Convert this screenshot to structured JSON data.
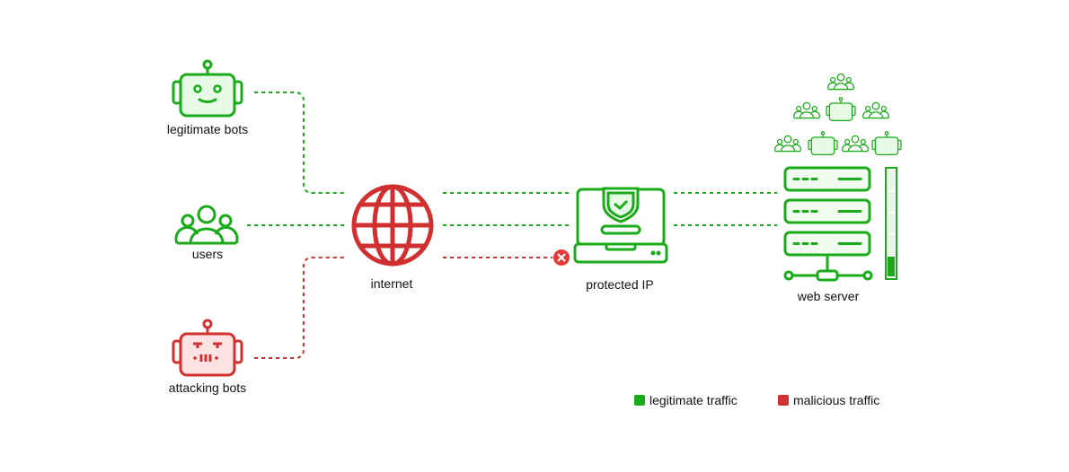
{
  "nodes": {
    "legitimate_bots": "legitimate bots",
    "users": "users",
    "attacking_bots": "attacking bots",
    "internet": "internet",
    "protected_ip": "protected IP",
    "web_server": "web server"
  },
  "legend": [
    {
      "label": "legitimate traffic",
      "color": "#1aab1a"
    },
    {
      "label": "malicious traffic",
      "color": "#d0302f"
    }
  ],
  "server_load_fraction": 0.2,
  "colors": {
    "legitimate": "#1aab1a",
    "malicious": "#d0302f",
    "blocked": "#e53935"
  }
}
